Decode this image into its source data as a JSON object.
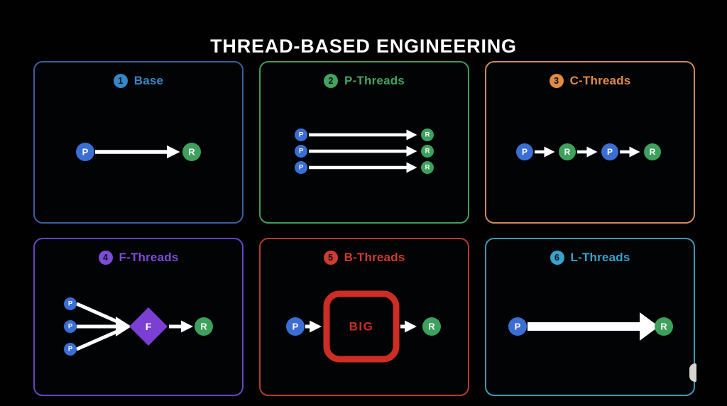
{
  "title": "THREAD-BASED ENGINEERING",
  "panels": [
    {
      "number": "1",
      "label": "Base",
      "accent": "#3787c5",
      "border": "#3a5f9e",
      "nodes": {
        "p": "P",
        "r": "R"
      }
    },
    {
      "number": "2",
      "label": "P-Threads",
      "accent": "#41a45f",
      "border": "#3d9e5b",
      "nodes": {
        "p": "P",
        "r": "R"
      }
    },
    {
      "number": "3",
      "label": "C-Threads",
      "accent": "#e08c42",
      "border": "#cc8a5c",
      "nodes": {
        "p": "P",
        "r": "R"
      }
    },
    {
      "number": "4",
      "label": "F-Threads",
      "accent": "#7c4cd8",
      "border": "#6644c4",
      "nodes": {
        "p": "P",
        "f": "F",
        "r": "R"
      }
    },
    {
      "number": "5",
      "label": "B-Threads",
      "accent": "#d03b33",
      "border": "#b43a33",
      "nodes": {
        "p": "P",
        "big": "BIG",
        "r": "R"
      }
    },
    {
      "number": "6",
      "label": "L-Threads",
      "accent": "#38a2ca",
      "border": "#3e97b5",
      "nodes": {
        "p": "P",
        "r": "R"
      }
    }
  ],
  "colors": {
    "background": "#010101",
    "title": "#ffffff",
    "arrow": "#ffffff",
    "p_node": "#3b6ed2",
    "r_node": "#3da05c",
    "f_node": "#7c3fd4",
    "big_box": "#cc2d25",
    "badge_number": "#0b1322",
    "artifact": "#d8d5d1"
  }
}
